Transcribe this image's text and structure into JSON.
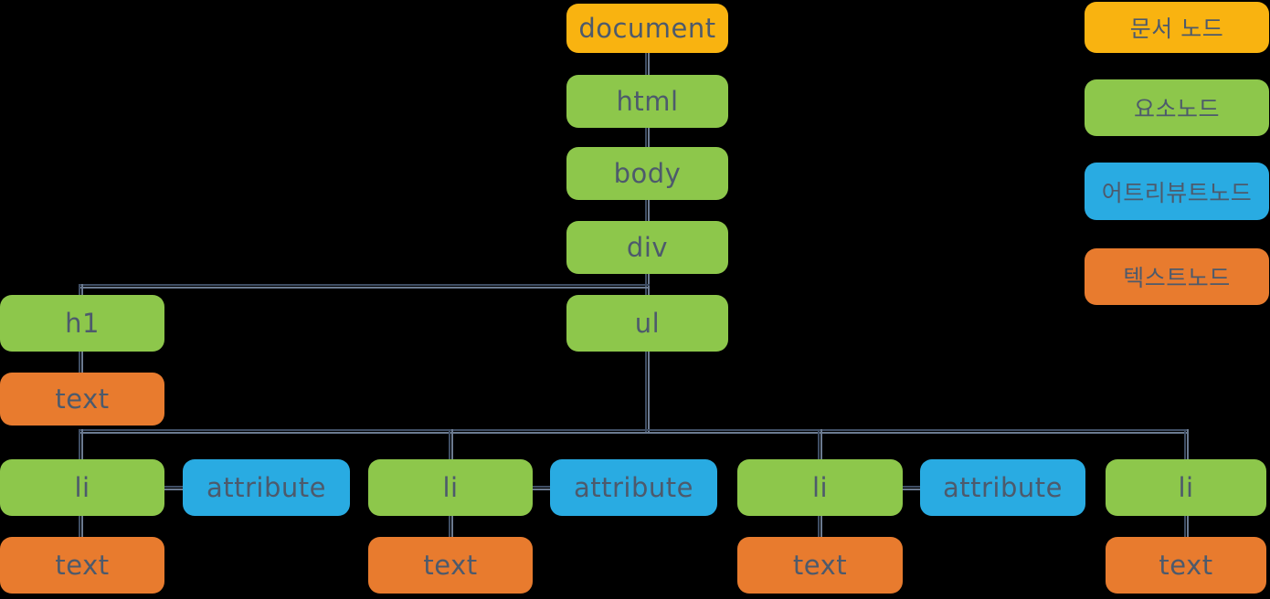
{
  "nodes": [
    {
      "id": "document",
      "label": "document",
      "type": "document"
    },
    {
      "id": "html",
      "label": "html",
      "type": "element"
    },
    {
      "id": "body",
      "label": "body",
      "type": "element"
    },
    {
      "id": "div",
      "label": "div",
      "type": "element"
    },
    {
      "id": "h1",
      "label": "h1",
      "type": "element"
    },
    {
      "id": "ul",
      "label": "ul",
      "type": "element"
    },
    {
      "id": "h1-text",
      "label": "text",
      "type": "text"
    },
    {
      "id": "li-1",
      "label": "li",
      "type": "element"
    },
    {
      "id": "attribute-1",
      "label": "attribute",
      "type": "attribute"
    },
    {
      "id": "li-2",
      "label": "li",
      "type": "element"
    },
    {
      "id": "attribute-2",
      "label": "attribute",
      "type": "attribute"
    },
    {
      "id": "li-3",
      "label": "li",
      "type": "element"
    },
    {
      "id": "attribute-3",
      "label": "attribute",
      "type": "attribute"
    },
    {
      "id": "li-4",
      "label": "li",
      "type": "element"
    },
    {
      "id": "li-1-text",
      "label": "text",
      "type": "text"
    },
    {
      "id": "li-2-text",
      "label": "text",
      "type": "text"
    },
    {
      "id": "li-3-text",
      "label": "text",
      "type": "text"
    },
    {
      "id": "li-4-text",
      "label": "text",
      "type": "text"
    }
  ],
  "edges": [
    [
      "document",
      "html"
    ],
    [
      "html",
      "body"
    ],
    [
      "body",
      "div"
    ],
    [
      "div",
      "h1"
    ],
    [
      "div",
      "ul"
    ],
    [
      "h1",
      "h1-text"
    ],
    [
      "ul",
      "li-1"
    ],
    [
      "ul",
      "li-2"
    ],
    [
      "ul",
      "li-3"
    ],
    [
      "ul",
      "li-4"
    ],
    [
      "li-1",
      "attribute-1"
    ],
    [
      "li-2",
      "attribute-2"
    ],
    [
      "li-3",
      "attribute-3"
    ],
    [
      "li-1",
      "li-1-text"
    ],
    [
      "li-2",
      "li-2-text"
    ],
    [
      "li-3",
      "li-3-text"
    ],
    [
      "li-4",
      "li-4-text"
    ]
  ],
  "legend": [
    {
      "label": "문서 노드",
      "type": "document",
      "color": "#F9B310"
    },
    {
      "label": "요소노드",
      "type": "element",
      "color": "#8DC74B"
    },
    {
      "label": "어트리뷰트노드",
      "type": "attribute",
      "color": "#29ABE2"
    },
    {
      "label": "텍스트노드",
      "type": "text",
      "color": "#E87B2E"
    }
  ],
  "colors": {
    "document": "#F9B310",
    "element": "#8DC74B",
    "attribute": "#29ABE2",
    "text": "#E87B2E",
    "label": "#4D5A6C",
    "line_dark": "#3F4E64",
    "line_light": "#6B7A90",
    "background": "#000000"
  }
}
